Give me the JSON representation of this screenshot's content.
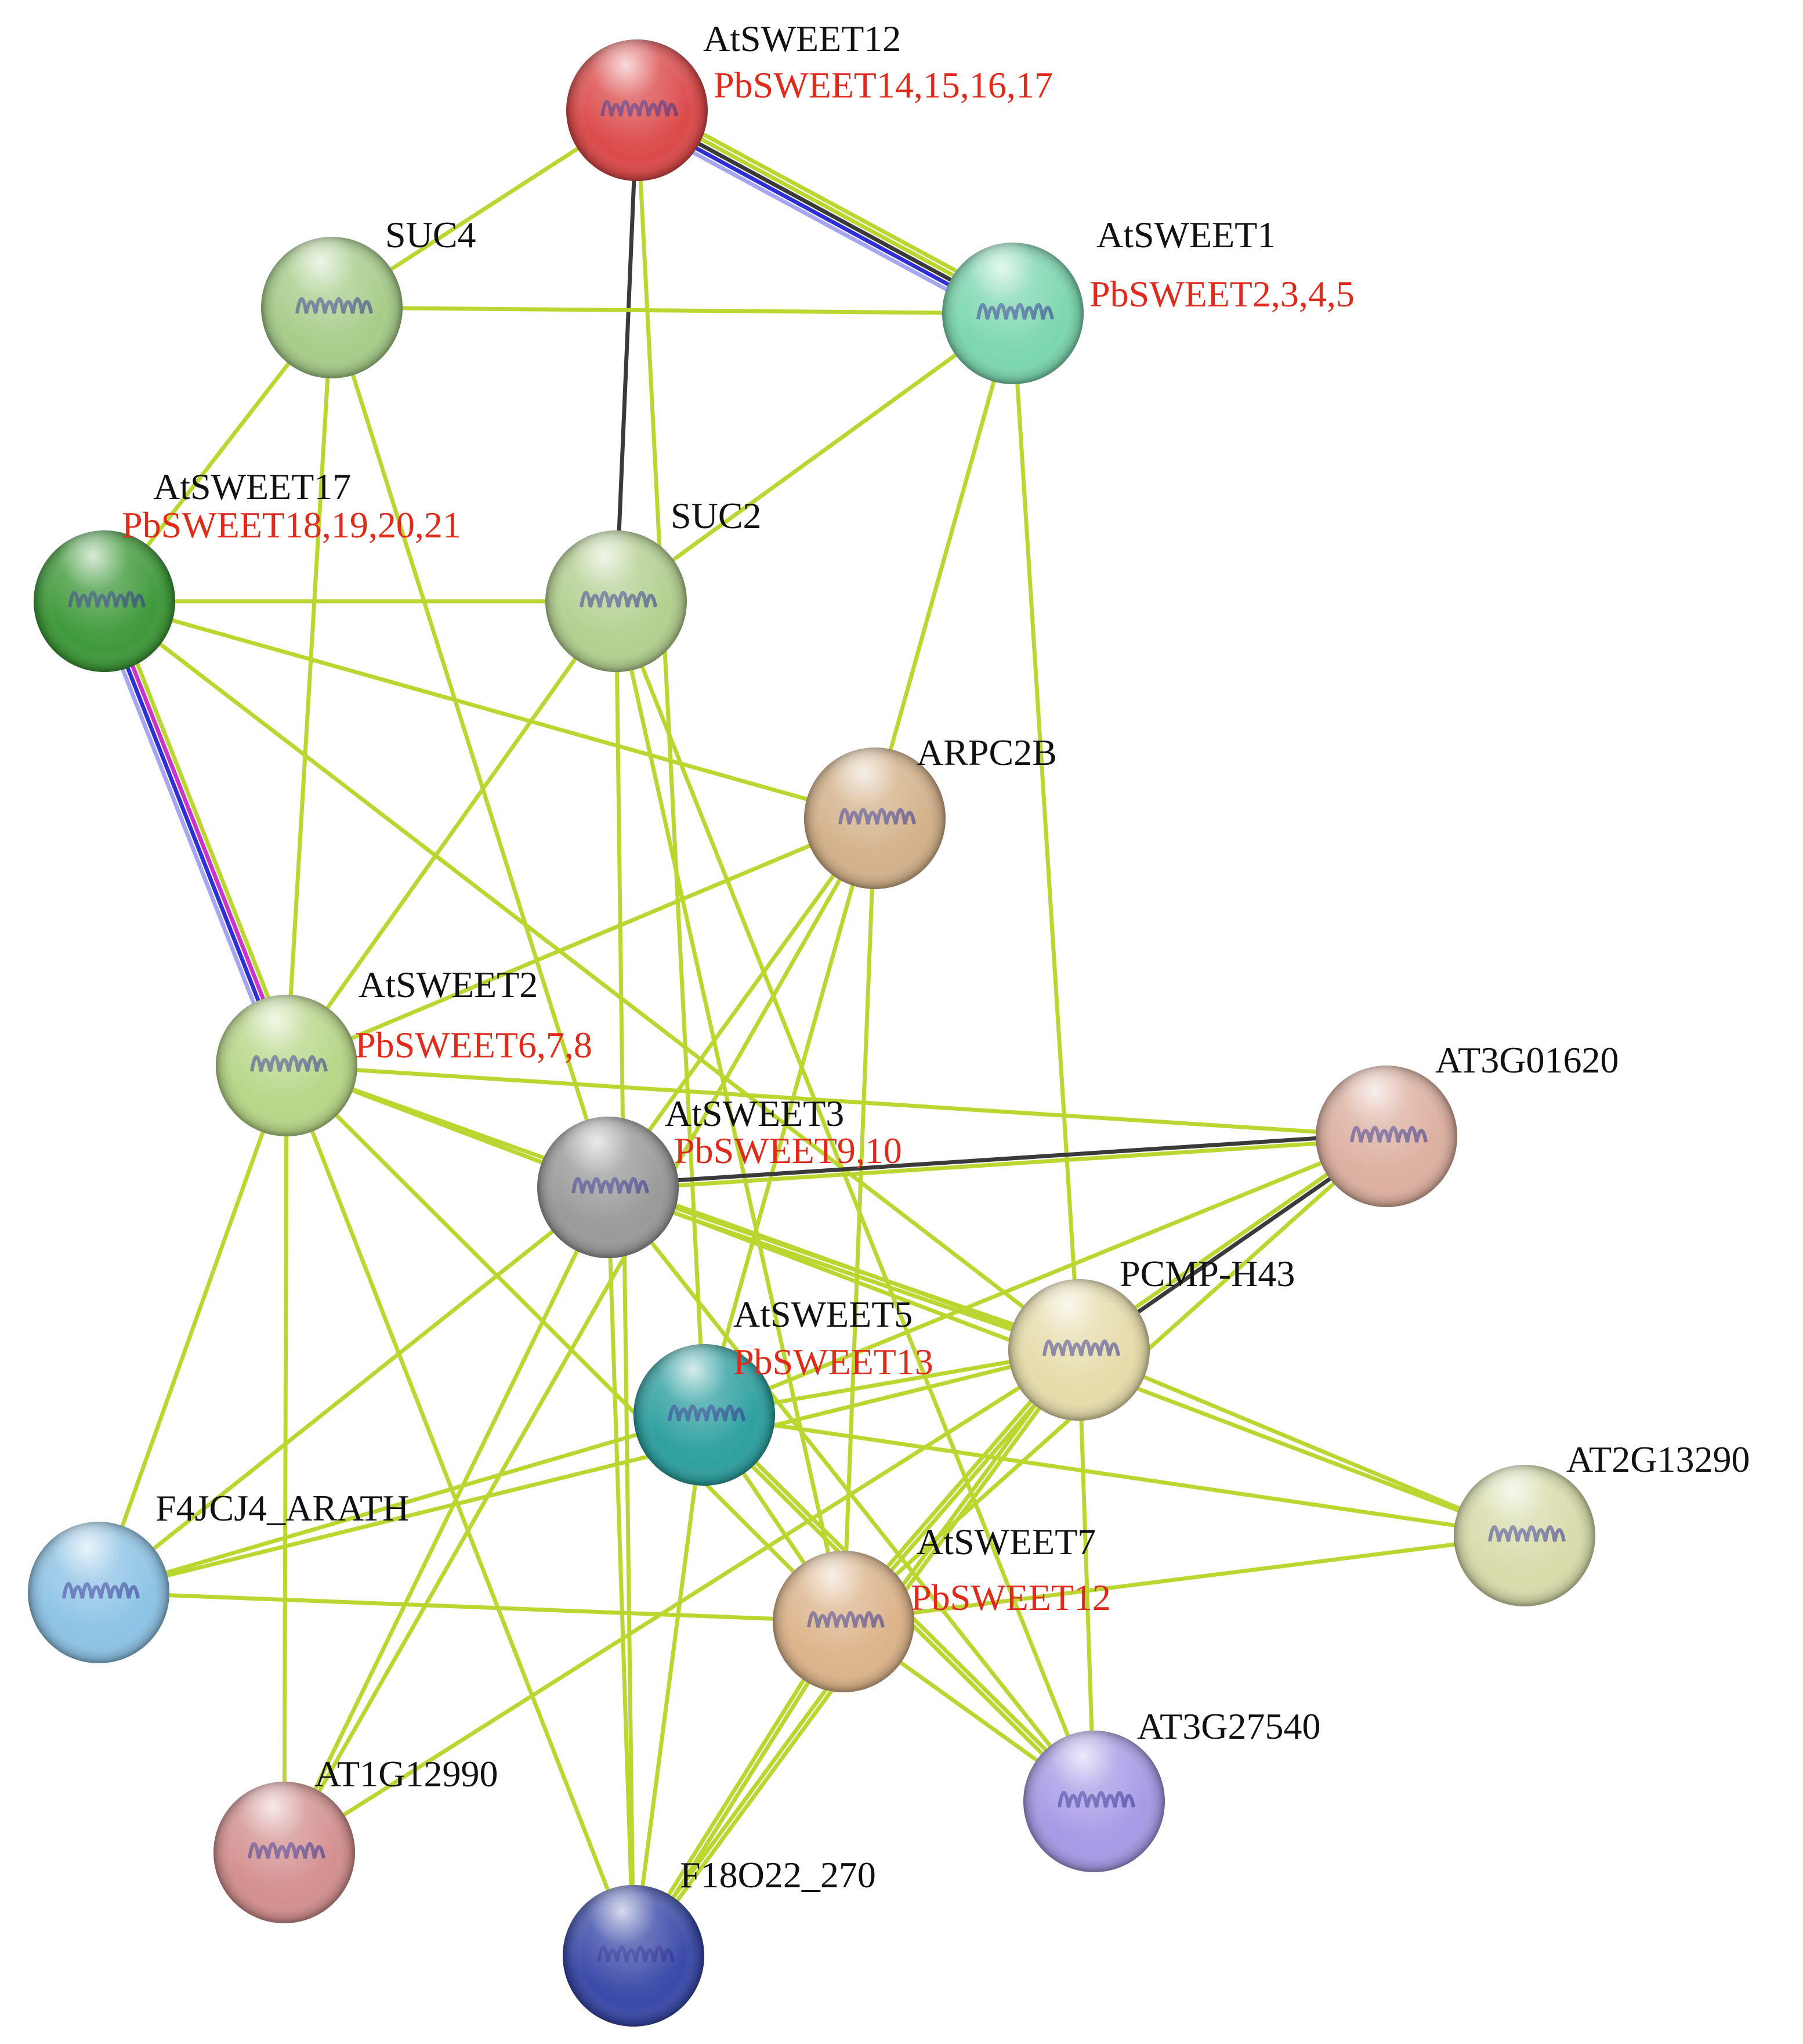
{
  "colors": {
    "edge_default": "#bcd631",
    "edge_dark": "#3a3a3a",
    "edge_blue": "#2f2fd6",
    "edge_light_blue": "#a6a6f2",
    "edge_magenta": "#cc33cc",
    "sublabel": "#e02a1a"
  },
  "nodes": [
    {
      "id": "AtSWEET12",
      "label": "AtSWEET12",
      "sublabel": "PbSWEET14,15,16,17",
      "color": "#dc4a4a",
      "icon": "protein-structure-icon"
    },
    {
      "id": "SUC4",
      "label": "SUC4",
      "sublabel": "",
      "color": "#a7cd8a",
      "icon": "protein-structure-icon"
    },
    {
      "id": "AtSWEET1",
      "label": "AtSWEET1",
      "sublabel": "PbSWEET2,3,4,5",
      "color": "#7cd7b0",
      "icon": "protein-structure-icon"
    },
    {
      "id": "AtSWEET17",
      "label": "AtSWEET17",
      "sublabel": "PbSWEET18,19,20,21",
      "color": "#3f9a3a",
      "icon": "protein-structure-icon"
    },
    {
      "id": "SUC2",
      "label": "SUC2",
      "sublabel": "",
      "color": "#b4d090",
      "icon": "protein-structure-icon"
    },
    {
      "id": "ARPC2B",
      "label": "ARPC2B",
      "sublabel": "",
      "color": "#d4b28a",
      "icon": "protein-structure-icon"
    },
    {
      "id": "AtSWEET2",
      "label": "AtSWEET2",
      "sublabel": "PbSWEET6,7,8",
      "color": "#b8d788",
      "icon": "protein-structure-icon"
    },
    {
      "id": "AT3G01620",
      "label": "AT3G01620",
      "sublabel": "",
      "color": "#ddb0a0",
      "icon": "protein-structure-icon"
    },
    {
      "id": "AtSWEET3",
      "label": "AtSWEET3",
      "sublabel": "PbSWEET9,10",
      "color": "#9a9a9a",
      "icon": "protein-structure-icon"
    },
    {
      "id": "PCMP-H43",
      "label": "PCMP-H43",
      "sublabel": "",
      "color": "#e6dcaa",
      "icon": "protein-structure-icon"
    },
    {
      "id": "AtSWEET5",
      "label": "AtSWEET5",
      "sublabel": "PbSWEET13",
      "color": "#2fa0a0",
      "icon": "protein-structure-icon"
    },
    {
      "id": "AT2G13290",
      "label": "AT2G13290",
      "sublabel": "",
      "color": "#d8dcaa",
      "icon": "protein-structure-icon"
    },
    {
      "id": "F4JCJ4_ARATH",
      "label": "F4JCJ4_ARATH",
      "sublabel": "",
      "color": "#8ec4e6",
      "icon": "protein-structure-icon"
    },
    {
      "id": "AtSWEET7",
      "label": "AtSWEET7",
      "sublabel": "PbSWEET12",
      "color": "#dcb48a",
      "icon": "protein-structure-icon"
    },
    {
      "id": "AT3G27540",
      "label": "AT3G27540",
      "sublabel": "",
      "color": "#a89ae6",
      "icon": "protein-structure-icon"
    },
    {
      "id": "AT1G12990",
      "label": "AT1G12990",
      "sublabel": "",
      "color": "#d49090",
      "icon": "protein-structure-icon"
    },
    {
      "id": "F18O22_270",
      "label": "F18O22_270",
      "sublabel": "",
      "color": "#3a4aa8",
      "icon": "protein-structure-icon"
    }
  ],
  "edges": [
    {
      "source": "AtSWEET12",
      "target": "AtSWEET1",
      "types": [
        "default",
        "default",
        "dark",
        "blue",
        "light_blue"
      ]
    },
    {
      "source": "AtSWEET12",
      "target": "SUC4",
      "types": [
        "default"
      ]
    },
    {
      "source": "AtSWEET12",
      "target": "SUC2",
      "types": [
        "dark"
      ]
    },
    {
      "source": "AtSWEET12",
      "target": "AtSWEET5",
      "types": [
        "default"
      ]
    },
    {
      "source": "SUC4",
      "target": "AtSWEET1",
      "types": [
        "default"
      ]
    },
    {
      "source": "SUC4",
      "target": "AtSWEET17",
      "types": [
        "default"
      ]
    },
    {
      "source": "SUC4",
      "target": "AtSWEET2",
      "types": [
        "default"
      ]
    },
    {
      "source": "SUC4",
      "target": "AtSWEET3",
      "types": [
        "default"
      ]
    },
    {
      "source": "AtSWEET1",
      "target": "SUC2",
      "types": [
        "default"
      ]
    },
    {
      "source": "AtSWEET1",
      "target": "AtSWEET5",
      "types": [
        "default"
      ]
    },
    {
      "source": "AtSWEET1",
      "target": "PCMP-H43",
      "types": [
        "default"
      ]
    },
    {
      "source": "AtSWEET17",
      "target": "SUC2",
      "types": [
        "default"
      ]
    },
    {
      "source": "AtSWEET17",
      "target": "AtSWEET2",
      "types": [
        "default",
        "magenta",
        "blue",
        "light_blue"
      ]
    },
    {
      "source": "AtSWEET17",
      "target": "ARPC2B",
      "types": [
        "default"
      ]
    },
    {
      "source": "AtSWEET17",
      "target": "PCMP-H43",
      "types": [
        "default"
      ]
    },
    {
      "source": "SUC2",
      "target": "AtSWEET2",
      "types": [
        "default"
      ]
    },
    {
      "source": "SUC2",
      "target": "AtSWEET7",
      "types": [
        "default"
      ]
    },
    {
      "source": "SUC2",
      "target": "AT3G27540",
      "types": [
        "default"
      ]
    },
    {
      "source": "SUC2",
      "target": "F18O22_270",
      "types": [
        "default"
      ]
    },
    {
      "source": "ARPC2B",
      "target": "AtSWEET2",
      "types": [
        "default"
      ]
    },
    {
      "source": "ARPC2B",
      "target": "AtSWEET3",
      "types": [
        "default"
      ]
    },
    {
      "source": "ARPC2B",
      "target": "AtSWEET7",
      "types": [
        "default"
      ]
    },
    {
      "source": "ARPC2B",
      "target": "AT1G12990",
      "types": [
        "default"
      ]
    },
    {
      "source": "AtSWEET2",
      "target": "AT3G01620",
      "types": [
        "default"
      ]
    },
    {
      "source": "AtSWEET2",
      "target": "AtSWEET3",
      "types": [
        "default"
      ]
    },
    {
      "source": "AtSWEET2",
      "target": "PCMP-H43",
      "types": [
        "default"
      ]
    },
    {
      "source": "AtSWEET2",
      "target": "F4JCJ4_ARATH",
      "types": [
        "default"
      ]
    },
    {
      "source": "AtSWEET2",
      "target": "AtSWEET7",
      "types": [
        "default"
      ]
    },
    {
      "source": "AtSWEET2",
      "target": "AT1G12990",
      "types": [
        "default"
      ]
    },
    {
      "source": "AtSWEET2",
      "target": "F18O22_270",
      "types": [
        "default"
      ]
    },
    {
      "source": "AtSWEET3",
      "target": "AT3G01620",
      "types": [
        "dark",
        "default"
      ]
    },
    {
      "source": "AtSWEET3",
      "target": "PCMP-H43",
      "types": [
        "default",
        "default"
      ]
    },
    {
      "source": "AtSWEET3",
      "target": "AT2G13290",
      "types": [
        "default"
      ]
    },
    {
      "source": "AtSWEET3",
      "target": "F4JCJ4_ARATH",
      "types": [
        "default"
      ]
    },
    {
      "source": "AtSWEET3",
      "target": "AT1G12990",
      "types": [
        "default"
      ]
    },
    {
      "source": "AtSWEET3",
      "target": "F18O22_270",
      "types": [
        "default"
      ]
    },
    {
      "source": "AtSWEET3",
      "target": "AT3G27540",
      "types": [
        "default"
      ]
    },
    {
      "source": "AT3G01620",
      "target": "PCMP-H43",
      "types": [
        "dark",
        "default"
      ]
    },
    {
      "source": "AT3G01620",
      "target": "AtSWEET5",
      "types": [
        "default"
      ]
    },
    {
      "source": "AT3G01620",
      "target": "AtSWEET7",
      "types": [
        "default"
      ]
    },
    {
      "source": "PCMP-H43",
      "target": "AtSWEET5",
      "types": [
        "default"
      ]
    },
    {
      "source": "PCMP-H43",
      "target": "AT2G13290",
      "types": [
        "default"
      ]
    },
    {
      "source": "PCMP-H43",
      "target": "F4JCJ4_ARATH",
      "types": [
        "default"
      ]
    },
    {
      "source": "PCMP-H43",
      "target": "AtSWEET7",
      "types": [
        "default",
        "default"
      ]
    },
    {
      "source": "PCMP-H43",
      "target": "AT3G27540",
      "types": [
        "default"
      ]
    },
    {
      "source": "PCMP-H43",
      "target": "AT1G12990",
      "types": [
        "default"
      ]
    },
    {
      "source": "PCMP-H43",
      "target": "F18O22_270",
      "types": [
        "default",
        "default"
      ]
    },
    {
      "source": "AtSWEET5",
      "target": "AT2G13290",
      "types": [
        "default"
      ]
    },
    {
      "source": "AtSWEET5",
      "target": "F4JCJ4_ARATH",
      "types": [
        "default"
      ]
    },
    {
      "source": "AtSWEET5",
      "target": "AtSWEET7",
      "types": [
        "default"
      ]
    },
    {
      "source": "AtSWEET5",
      "target": "AT3G27540",
      "types": [
        "default",
        "default"
      ]
    },
    {
      "source": "AtSWEET5",
      "target": "F18O22_270",
      "types": [
        "default"
      ]
    },
    {
      "source": "AT2G13290",
      "target": "AtSWEET7",
      "types": [
        "default"
      ]
    },
    {
      "source": "F4JCJ4_ARATH",
      "target": "AtSWEET7",
      "types": [
        "default"
      ]
    },
    {
      "source": "AtSWEET7",
      "target": "AT3G27540",
      "types": [
        "default"
      ]
    },
    {
      "source": "AtSWEET7",
      "target": "F18O22_270",
      "types": [
        "default",
        "default"
      ]
    }
  ]
}
